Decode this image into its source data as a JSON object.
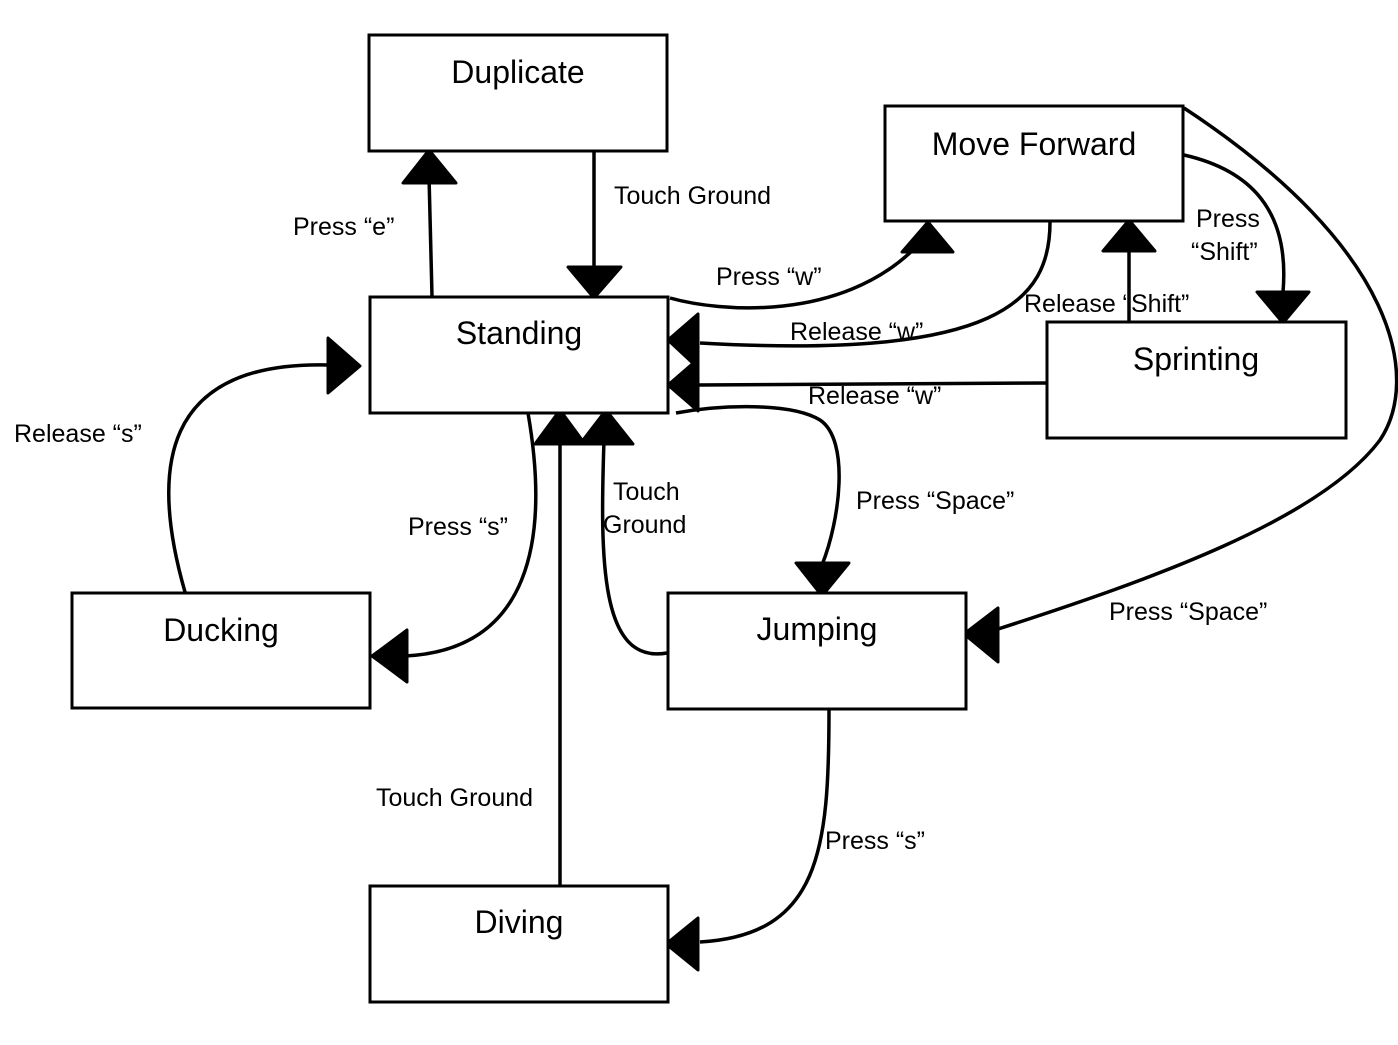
{
  "states": {
    "duplicate": "Duplicate",
    "move_forward": "Move Forward",
    "standing": "Standing",
    "sprinting": "Sprinting",
    "ducking": "Ducking",
    "jumping": "Jumping",
    "diving": "Diving"
  },
  "transitions": {
    "standing_to_duplicate": "Press “e”",
    "duplicate_to_standing": "Touch Ground",
    "standing_to_move_forward": "Press “w”",
    "move_forward_to_standing": "Release “w”",
    "move_forward_to_sprinting": [
      "Press",
      "“Shift”"
    ],
    "sprinting_to_move_forward": "Release “Shift”",
    "sprinting_to_standing": "Release “w”",
    "ducking_to_standing": "Release “s”",
    "standing_to_ducking": "Press “s”",
    "jumping_to_standing": [
      "Touch",
      "Ground"
    ],
    "standing_to_jumping": "Press “Space”",
    "move_forward_to_jumping": "Press “Space”",
    "diving_to_standing": "Touch Ground",
    "jumping_to_diving": "Press “s”"
  }
}
